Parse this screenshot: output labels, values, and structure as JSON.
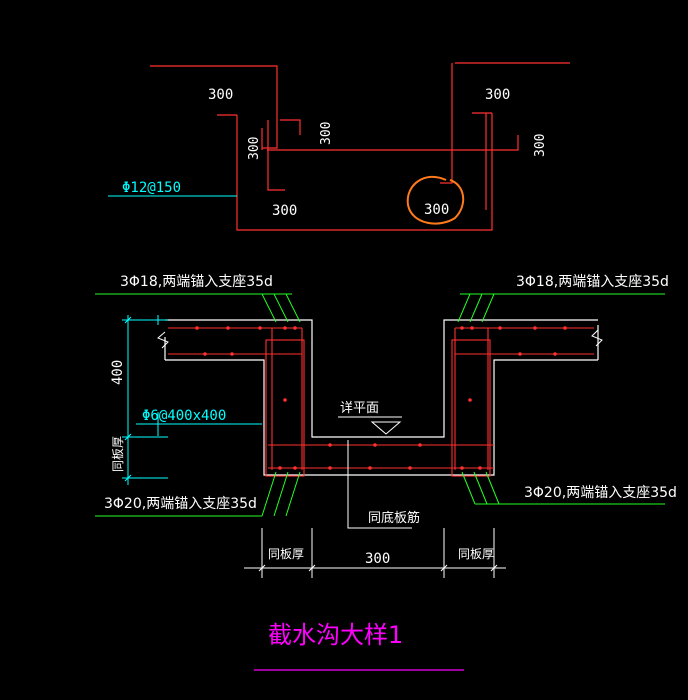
{
  "colors": {
    "background": "#000000",
    "rebar_red": "#ff3030",
    "dim_white": "#ffffff",
    "cyan": "#00ffff",
    "green": "#22ff22",
    "magenta": "#ff00ff",
    "orange_circle": "#ff7a1a",
    "concrete_white": "#ffffff"
  },
  "top_detail": {
    "dim_300_left_top": "300",
    "dim_300_left_vert": "300",
    "dim_300_mid_vert": "300",
    "dim_300_right_top": "300",
    "dim_300_right_vert": "300",
    "dim_300_left_bottom": "300",
    "dim_300_circled": "300",
    "rebar_callout": "Φ12@150"
  },
  "section": {
    "label_top_left": "3Φ18,两端锚入支座35d",
    "label_top_right": "3Φ18,两端锚入支座35d",
    "label_bottom_left": "3Φ20,两端锚入支座35d",
    "label_bottom_right": "3Φ20,两端锚入支座35d",
    "label_stirrup": "Φ6@400x400",
    "label_water_level": "详平面",
    "label_bottom_rebar": "同底板筋",
    "dim_height": "400",
    "dim_slab_thickness": "同板厚",
    "dim_bottom_left": "同板厚",
    "dim_bottom_mid": "300",
    "dim_bottom_right": "同板厚"
  },
  "title": "截水沟大样1"
}
